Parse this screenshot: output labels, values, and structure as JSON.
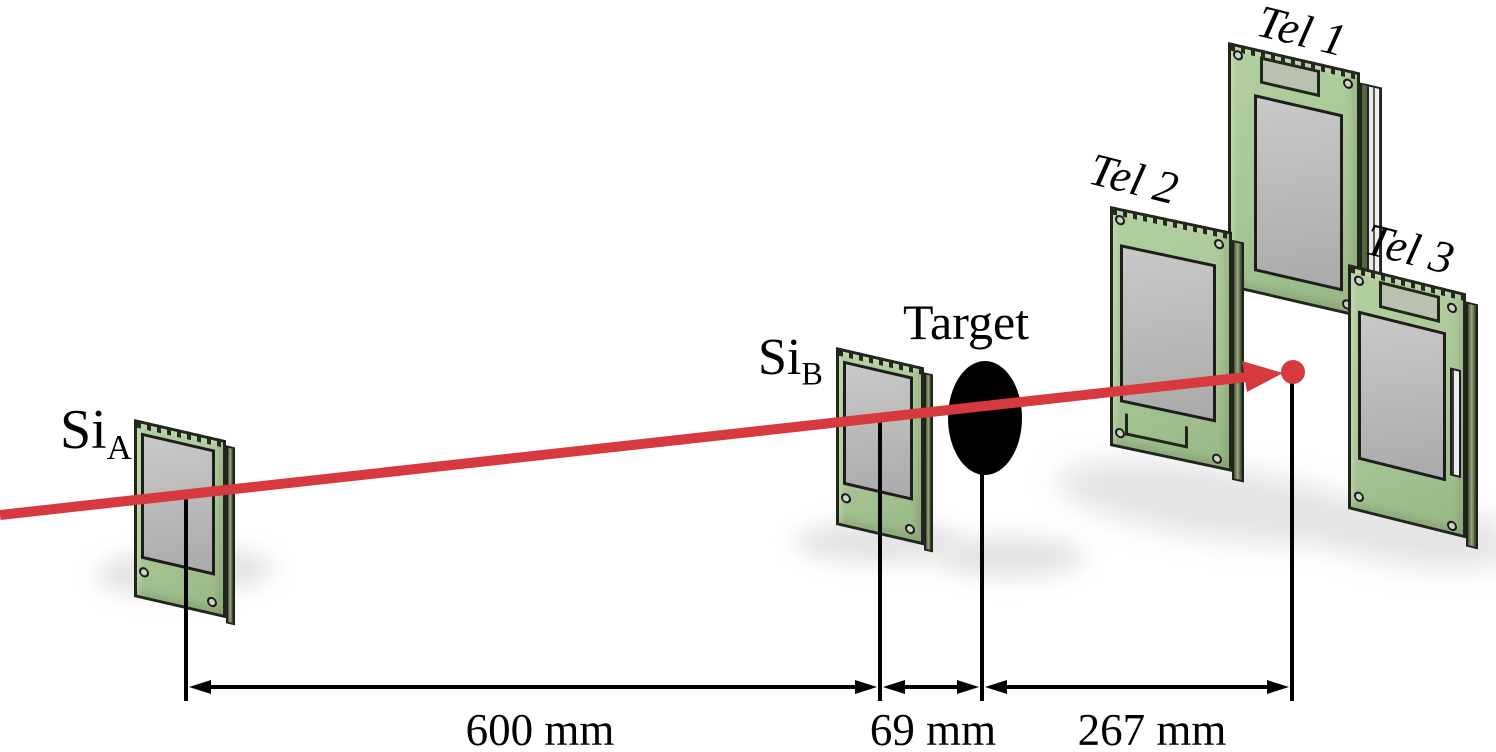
{
  "labels": {
    "si_a_main": "Si",
    "si_a_sub": "A",
    "si_b_main": "Si",
    "si_b_sub": "B",
    "target": "Target",
    "tel_1": "Tel 1",
    "tel_2": "Tel 2",
    "tel_3": "Tel 3"
  },
  "distances": {
    "si_a_to_si_b": "600 mm",
    "si_b_to_target": "69 mm",
    "target_to_telescopes": "267 mm"
  },
  "colors": {
    "beam": "#d63a3e",
    "pcb_green": "#a8c795",
    "pcb_edge": "#44512f",
    "sensor_gray": "#bcbcbc",
    "target_fill": "#000000",
    "dimension_lines": "#000000",
    "background": "#ffffff"
  }
}
